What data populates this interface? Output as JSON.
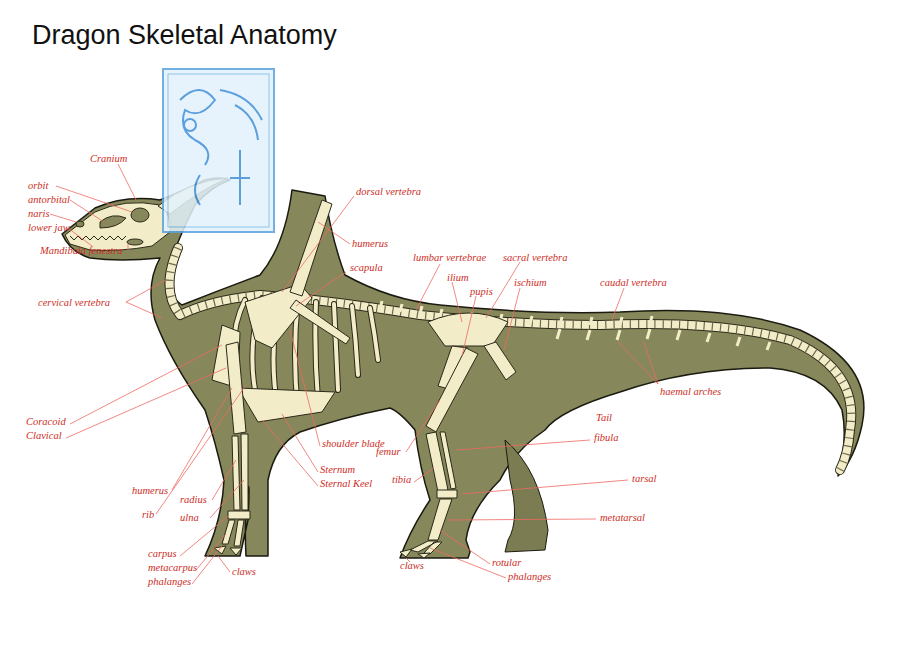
{
  "diagram": {
    "title": "Dragon Skeletal Anatomy",
    "labels": [
      "Cranium",
      "orbit",
      "antorbital",
      "naris",
      "lower jaw",
      "Mandibula fenestra",
      "cervical vertebra",
      "dorsal vertebra",
      "humerus",
      "scapula",
      "lumbar vertebrae",
      "ilium",
      "pupis",
      "sacral vertebra",
      "ischium",
      "caudal vertebra",
      "haemal arches",
      "Tail",
      "Coracoid",
      "Clavical",
      "shoulder blade",
      "Sternum",
      "Sternal Keel",
      "fibula",
      "femur",
      "tibia",
      "tarsal",
      "metatarsal",
      "humerus",
      "radius",
      "rib",
      "ulna",
      "carpus",
      "metacarpus",
      "phalanges",
      "claws",
      "claws",
      "rotular",
      "phalanges"
    ]
  }
}
